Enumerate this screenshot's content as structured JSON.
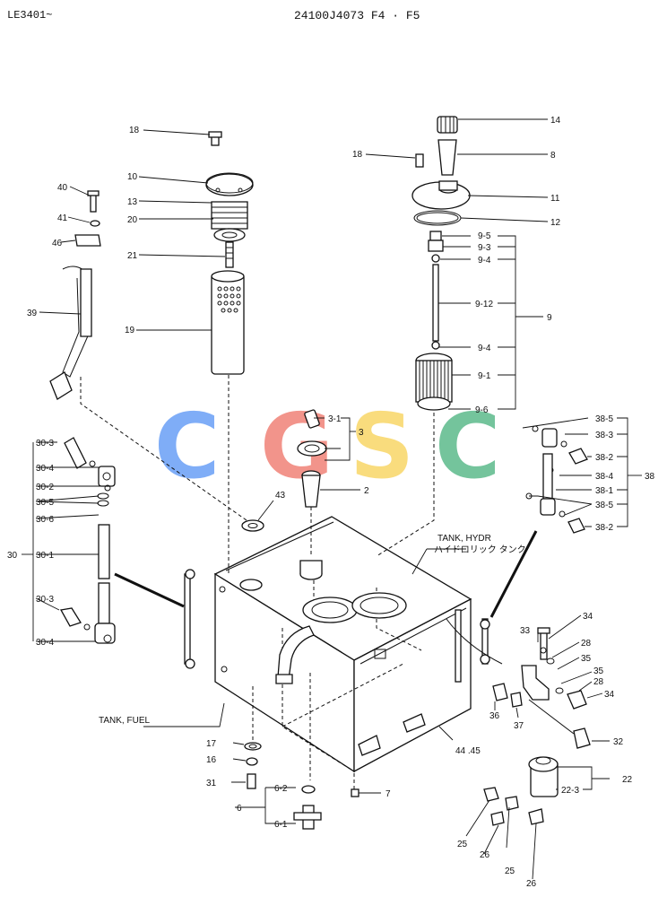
{
  "header": {
    "serial": "LE3401~",
    "drawing_no": "24100J4073 F4 · F5"
  },
  "watermark": {
    "letters": [
      "C",
      "G",
      "S",
      "C"
    ],
    "colors": [
      "#4f8ef5",
      "#ee6b5f",
      "#f7cf4c",
      "#3fae77"
    ]
  },
  "tank_labels": {
    "hydraulic_en": "TANK, HYDR",
    "hydraulic_jp": "ハイドロリック タンク",
    "fuel": "TANK, FUEL"
  },
  "part_numbers": {
    "p2": "2",
    "p3": "3",
    "p3_1": "3-1",
    "p6": "6",
    "p6_1": "6-1",
    "p6_2": "6-2",
    "p7": "7",
    "p8": "8",
    "p9": "9",
    "p9_1": "9-1",
    "p9_3": "9-3",
    "p9_4a": "9-4",
    "p9_4b": "9-4",
    "p9_5": "9-5",
    "p9_6": "9-6",
    "p9_12": "9-12",
    "p10": "10",
    "p11": "11",
    "p12": "12",
    "p13": "13",
    "p14": "14",
    "p16": "16",
    "p17": "17",
    "p18a": "18",
    "p18b": "18",
    "p19": "19",
    "p20": "20",
    "p21": "21",
    "p22": "22",
    "p22_3": "22-3",
    "p25a": "25",
    "p25b": "25",
    "p26a": "26",
    "p26b": "26",
    "p28a": "28",
    "p28b": "28",
    "p30": "30",
    "p30_1": "30-1",
    "p30_2": "30-2",
    "p30_3a": "30-3",
    "p30_3b": "30-3",
    "p30_4a": "30-4",
    "p30_4b": "30-4",
    "p30_5": "30-5",
    "p30_6": "30-6",
    "p31": "31",
    "p32": "32",
    "p33": "33",
    "p34a": "34",
    "p34b": "34",
    "p35a": "35",
    "p35b": "35",
    "p36": "36",
    "p37": "37",
    "p38": "38",
    "p38_1": "38-1",
    "p38_2a": "38-2",
    "p38_2b": "38-2",
    "p38_3": "38-3",
    "p38_4": "38-4",
    "p38_5a": "38-5",
    "p38_5b": "38-5",
    "p39": "39",
    "p40": "40",
    "p41": "41",
    "p43": "43",
    "p44_45": "44 .45",
    "p46": "46"
  }
}
